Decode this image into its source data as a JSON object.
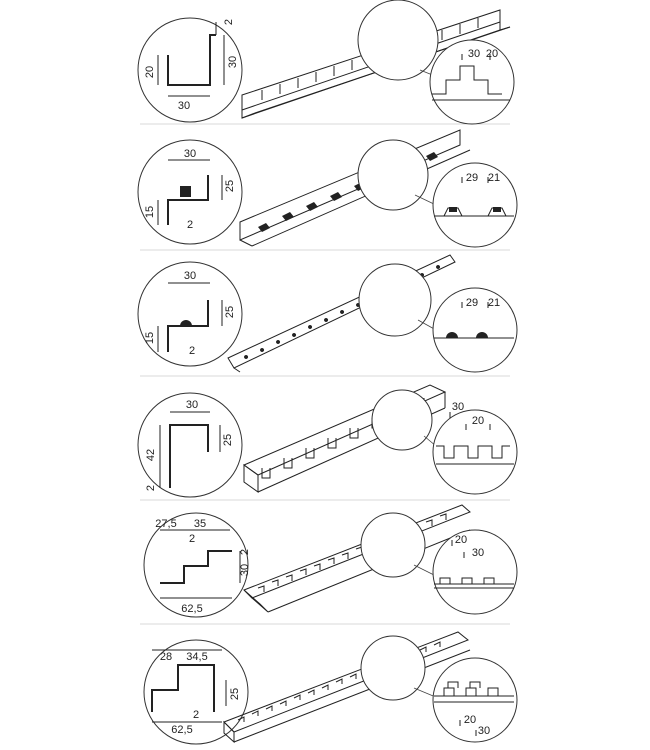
{
  "panels": [
    {
      "id": "rail-1",
      "profile_dims": [
        "30",
        "20",
        "30",
        "2"
      ],
      "detail_dims": [
        "30",
        "20"
      ],
      "detail_features": "rect-steps"
    },
    {
      "id": "rail-2",
      "profile_dims": [
        "30",
        "25",
        "15",
        "2"
      ],
      "detail_dims": [
        "29",
        "21"
      ],
      "detail_features": "clips"
    },
    {
      "id": "rail-3",
      "profile_dims": [
        "30",
        "25",
        "15",
        "2"
      ],
      "detail_dims": [
        "29",
        "21"
      ],
      "detail_features": "round-clips"
    },
    {
      "id": "rail-4",
      "profile_dims": [
        "30",
        "42",
        "25",
        "2"
      ],
      "detail_dims": [
        "30",
        "20"
      ],
      "detail_features": "square-notches"
    },
    {
      "id": "rail-5",
      "profile_dims": [
        "27,5",
        "35",
        "2",
        "30",
        "2",
        "62,5"
      ],
      "detail_dims": [
        "20",
        "30"
      ],
      "detail_features": "tab-pattern"
    },
    {
      "id": "rail-6",
      "profile_dims": [
        "28",
        "34,5",
        "25",
        "2",
        "62,5"
      ],
      "detail_dims": [
        "20",
        "30"
      ],
      "detail_features": "tab-pattern"
    }
  ]
}
